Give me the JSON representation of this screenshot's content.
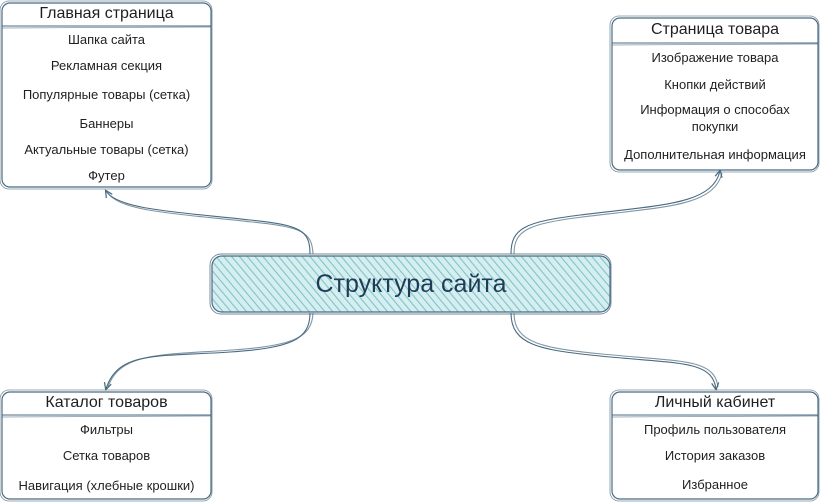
{
  "center": {
    "label": "Структура сайта"
  },
  "nodes": {
    "home": {
      "title": "Главная страница",
      "items": [
        "Шапка сайта",
        "Рекламная секция",
        "Популярные товары (сетка)",
        "Баннеры",
        "Актуальные товары (сетка)",
        "Футер"
      ]
    },
    "product": {
      "title": "Страница товара",
      "items": [
        "Изображение товара",
        "Кнопки действий",
        "Информация о способах покупки",
        "Дополнительная информация"
      ]
    },
    "catalog": {
      "title": "Каталог товаров",
      "items": [
        "Фильтры",
        "Сетка товаров",
        "Навигация (хлебные крошки)"
      ]
    },
    "account": {
      "title": "Личный кабинет",
      "items": [
        "Профиль пользователя",
        "История заказов",
        "Избранное"
      ]
    }
  },
  "colors": {
    "stroke": "#4a6a80",
    "center_fill": "#bfe3e6",
    "center_hatch": "#7fc4c9",
    "center_text": "#1f3c57",
    "text": "#1f1f1f"
  }
}
